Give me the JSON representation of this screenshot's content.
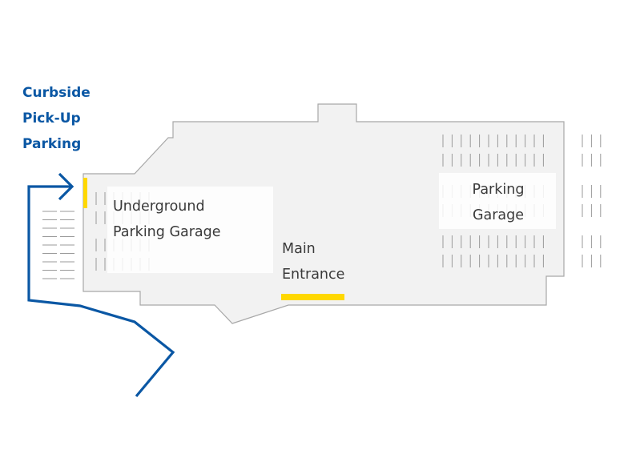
{
  "title_lines": [
    "Curbside",
    "Pick-Up",
    "Parking"
  ],
  "labels": {
    "underground": [
      "Underground",
      "Parking Garage"
    ],
    "main_entrance": [
      "Main",
      "Entrance"
    ],
    "parking_garage": [
      "Parking",
      "Garage"
    ]
  },
  "colors": {
    "route": "#0a57a4",
    "entrance": "#ffd800",
    "building_fill": "#f2f2f2",
    "building_stroke": "#a8a8a8",
    "stall_lines": "#9a9a9a",
    "label_panel": "#ffffff"
  }
}
